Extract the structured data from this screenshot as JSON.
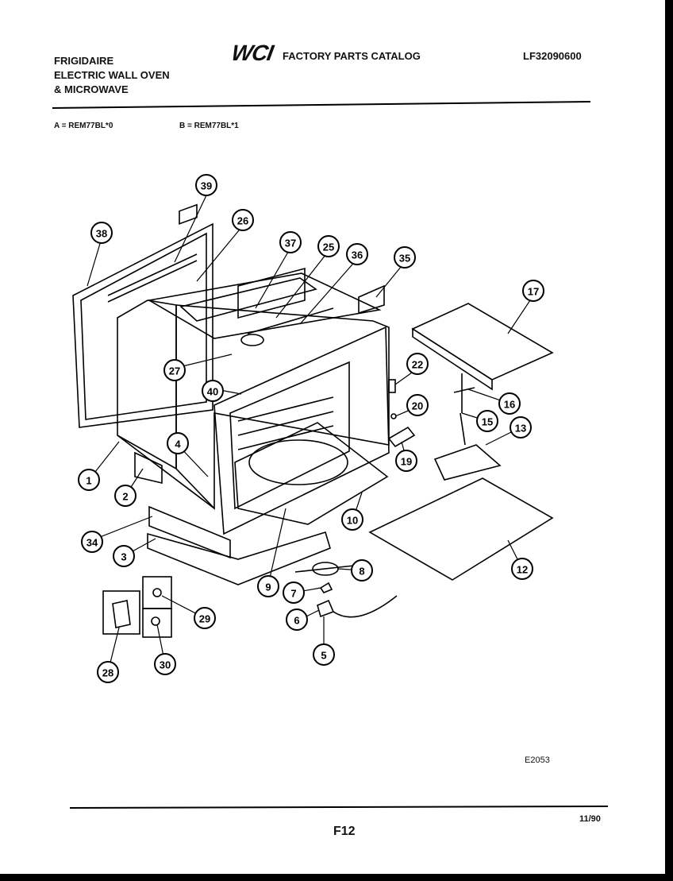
{
  "header": {
    "brand_lines": [
      "FRIGIDAIRE",
      "ELECTRIC WALL OVEN",
      "& MICROWAVE"
    ],
    "logo": "WCI",
    "catalog_title": "FACTORY PARTS CATALOG",
    "catalog_number": "LF32090600",
    "model_a": "A = REM77BL*0",
    "model_b": "B = REM77BL*1"
  },
  "diagram": {
    "callouts": [
      "39",
      "38",
      "26",
      "37",
      "25",
      "36",
      "35",
      "17",
      "22",
      "27",
      "40",
      "20",
      "16",
      "15",
      "13",
      "19",
      "4",
      "1",
      "2",
      "34",
      "3",
      "10",
      "12",
      "9",
      "8",
      "7",
      "6",
      "5",
      "29",
      "28",
      "30"
    ]
  },
  "footer": {
    "figure_code": "E2053",
    "date": "11/90",
    "page": "F12"
  }
}
